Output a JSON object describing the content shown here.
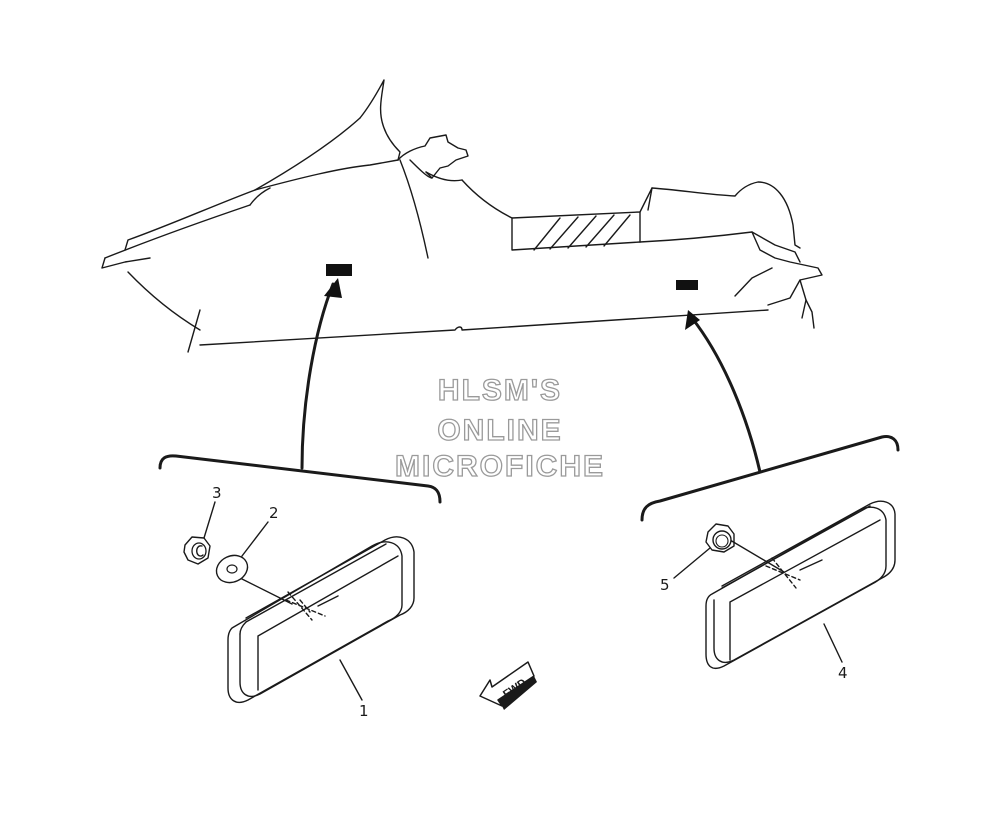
{
  "watermark": {
    "line1": "HLSM'S",
    "line2": "ONLINE",
    "line3": "MICROFICHE"
  },
  "direction_label": "FWD",
  "callouts": {
    "c1": "1",
    "c2": "2",
    "c3": "3",
    "c4": "4",
    "c5": "5"
  }
}
